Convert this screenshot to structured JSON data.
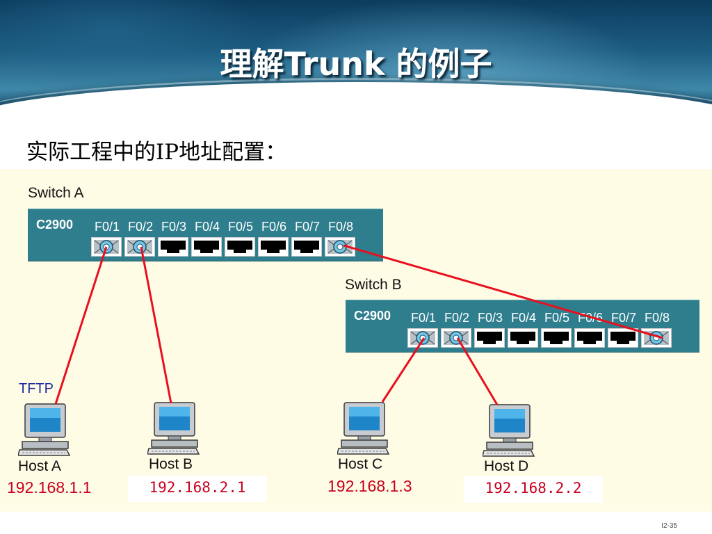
{
  "slide": {
    "title": "理解Trunk 的例子",
    "subtitle": "实际工程中的IP地址配置：",
    "number": "I2-35"
  },
  "switches": [
    {
      "label": "Switch A",
      "model": "C2900",
      "ports": [
        "F0/1",
        "F0/2",
        "F0/3",
        "F0/4",
        "F0/5",
        "F0/6",
        "F0/7",
        "F0/8"
      ],
      "connected": [
        true,
        true,
        false,
        false,
        false,
        false,
        false,
        true
      ]
    },
    {
      "label": "Switch B",
      "model": "C2900",
      "ports": [
        "F0/1",
        "F0/2",
        "F0/3",
        "F0/4",
        "F0/5",
        "F0/6",
        "F0/7",
        "F0/8"
      ],
      "connected": [
        true,
        true,
        false,
        false,
        false,
        false,
        false,
        true
      ]
    }
  ],
  "hosts": [
    {
      "label": "Host A",
      "ip": "192.168.1.1",
      "ip_boxed": false,
      "tag": "TFTP"
    },
    {
      "label": "Host B",
      "ip": "192.168.2.1",
      "ip_boxed": true
    },
    {
      "label": "Host C",
      "ip": "192.168.1.3",
      "ip_boxed": false
    },
    {
      "label": "Host D",
      "ip": "192.168.2.2",
      "ip_boxed": true
    }
  ],
  "colors": {
    "link": "#e8101e",
    "switch_body": "#2f7e8e",
    "ip_text": "#c8001e",
    "diagram_bg": "#fffce6"
  },
  "icons": {
    "host": "desktop-computer-icon",
    "port_connected": "rj45-port-connected-icon",
    "port_empty": "rj45-port-empty-icon"
  }
}
